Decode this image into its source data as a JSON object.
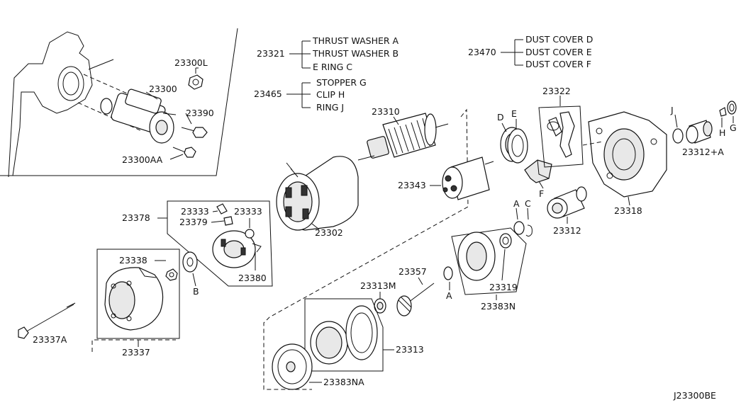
{
  "diagram_code": "J23300BE",
  "legend_groups": [
    {
      "code": "23321",
      "items": [
        "THRUST WASHER  A",
        "THRUST WASHER  B",
        "E RING C"
      ]
    },
    {
      "code": "23465",
      "items": [
        "STOPPER  G",
        "CLIP  H",
        "RING  J"
      ]
    },
    {
      "code": "23470",
      "items": [
        "DUST COVER  D",
        "DUST COVER  E",
        "DUST COVER  F"
      ]
    }
  ],
  "inset_labels": [
    "23300L",
    "23300",
    "23390",
    "23300AA"
  ],
  "part_labels": {
    "p23310": "23310",
    "p23322": "23322",
    "p23343": "23343",
    "p23302": "23302",
    "p23312": "23312",
    "p23318": "23318",
    "p23312A": "23312+A",
    "p23378": "23378",
    "p23333a": "23333",
    "p23333b": "23333",
    "p23379": "23379",
    "p23380": "23380",
    "p23338": "23338",
    "p23337A": "23337A",
    "p23337": "23337",
    "p23357": "23357",
    "p23313M": "23313M",
    "p23319": "23319",
    "p23383N": "23383N",
    "p23313": "23313",
    "p23383NA": "23383NA"
  },
  "letter_labels": {
    "D": "D",
    "E": "E",
    "F": "F",
    "J": "J",
    "H": "H",
    "G": "G",
    "A1": "A",
    "C": "C",
    "A2": "A",
    "B": "B"
  }
}
